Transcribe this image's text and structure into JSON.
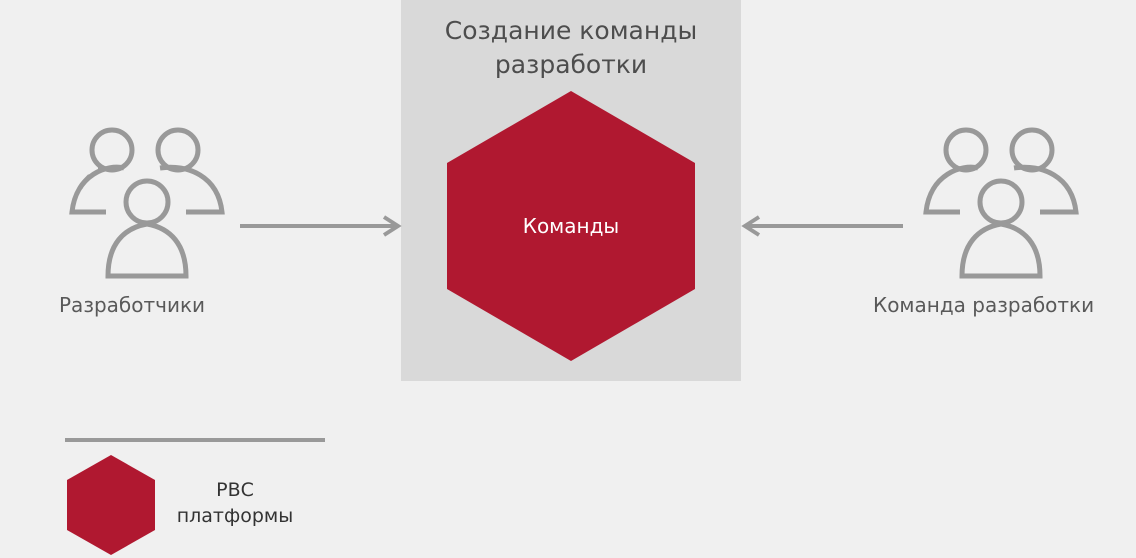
{
  "panel": {
    "title": "Создание команды\nразработки",
    "background": "#d9d9d9"
  },
  "center_node": {
    "label": "Команды",
    "shape": "hexagon",
    "color": "#b01830"
  },
  "left_actor": {
    "icon": "people-group-icon",
    "label": "Разработчики"
  },
  "right_actor": {
    "icon": "people-group-icon",
    "label": "Команда разработки"
  },
  "arrows": [
    {
      "from": "left_actor",
      "to": "panel",
      "direction": "right"
    },
    {
      "from": "right_actor",
      "to": "panel",
      "direction": "left"
    }
  ],
  "legend": {
    "label": "РВС\nплатформы",
    "shape": "hexagon",
    "color": "#b01830"
  },
  "colors": {
    "background": "#f0f0f0",
    "accent": "#b01830",
    "icon_stroke": "#999999",
    "arrow": "#999999"
  }
}
